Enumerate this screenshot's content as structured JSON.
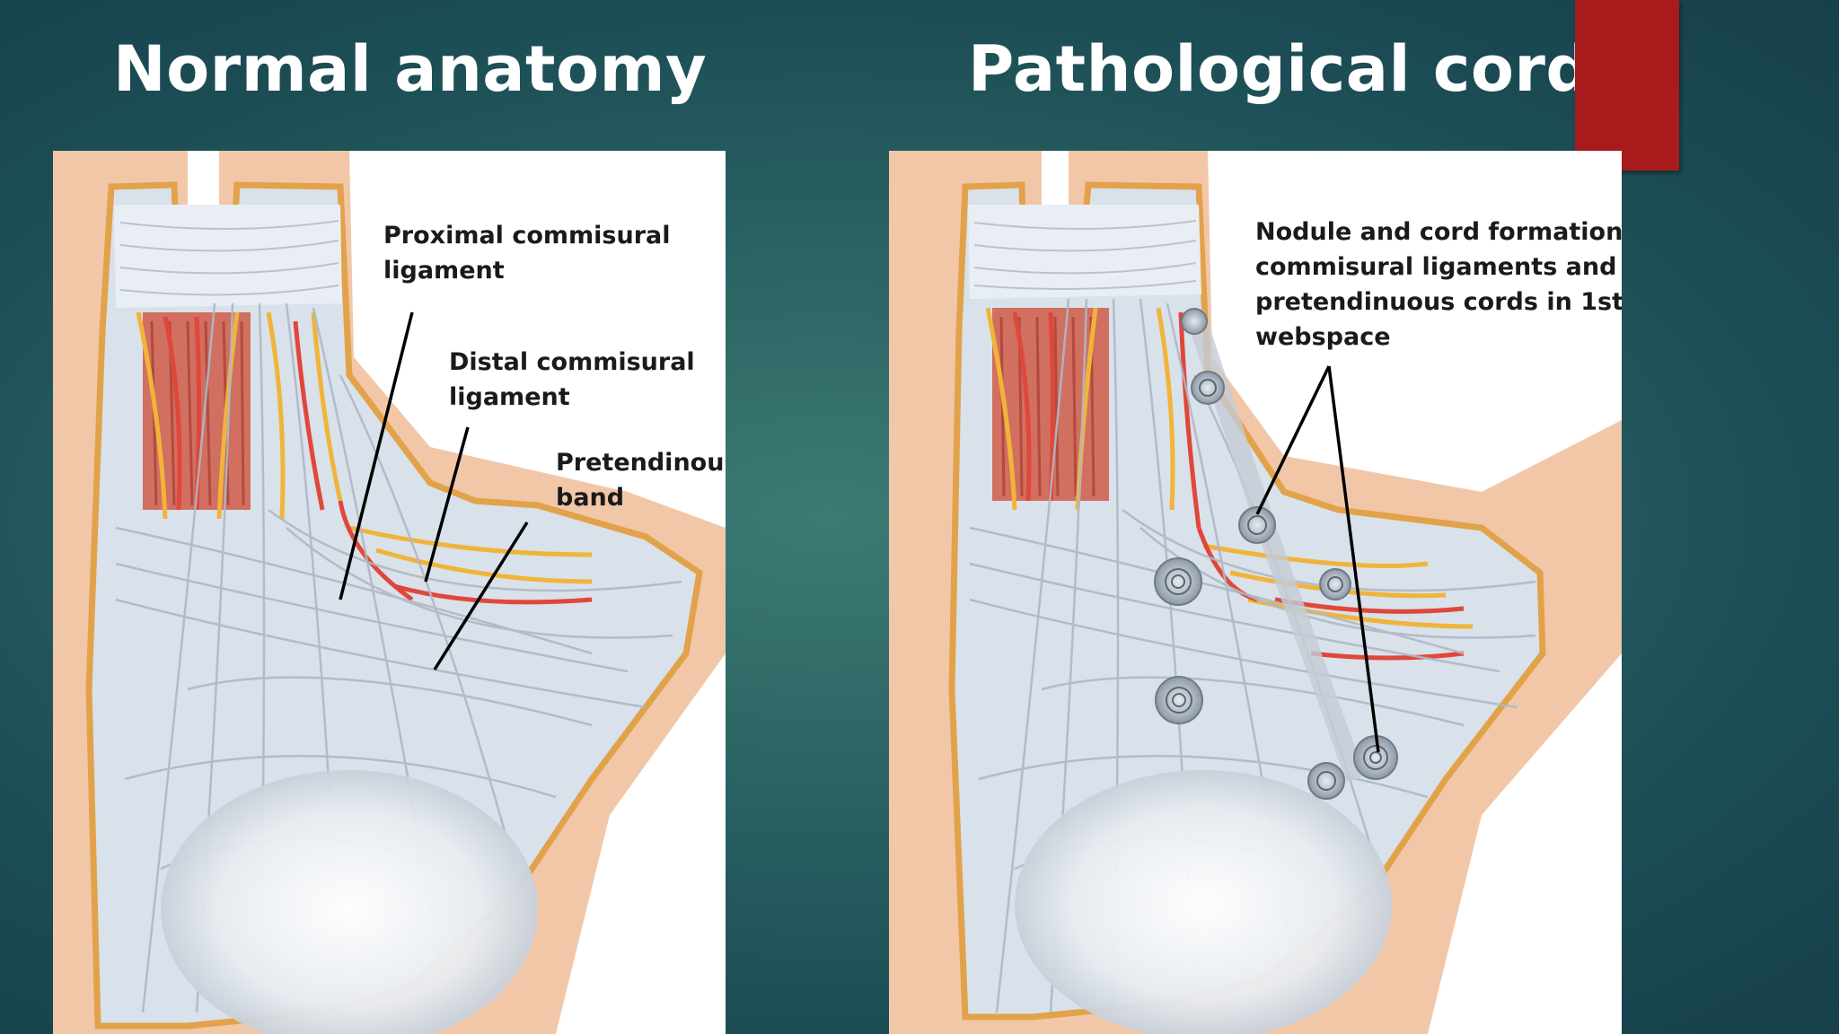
{
  "slide": {
    "left_title": "Normal anatomy",
    "right_title": "Pathological cord",
    "accent_color": "#a81b1b"
  },
  "left_panel": {
    "labels": {
      "proximal_line1": "Proximal commisural",
      "proximal_line2": "ligament",
      "distal_line1": "Distal commisural",
      "distal_line2": "ligament",
      "pretendinous_line1": "Pretendinous",
      "pretendinous_line2": "band"
    }
  },
  "right_panel": {
    "labels": {
      "nodule_line1": "Nodule and cord formation in",
      "nodule_line2": "commisural ligaments and",
      "nodule_line3": "pretendinuous cords in 1st",
      "nodule_line4": "webspace"
    }
  }
}
